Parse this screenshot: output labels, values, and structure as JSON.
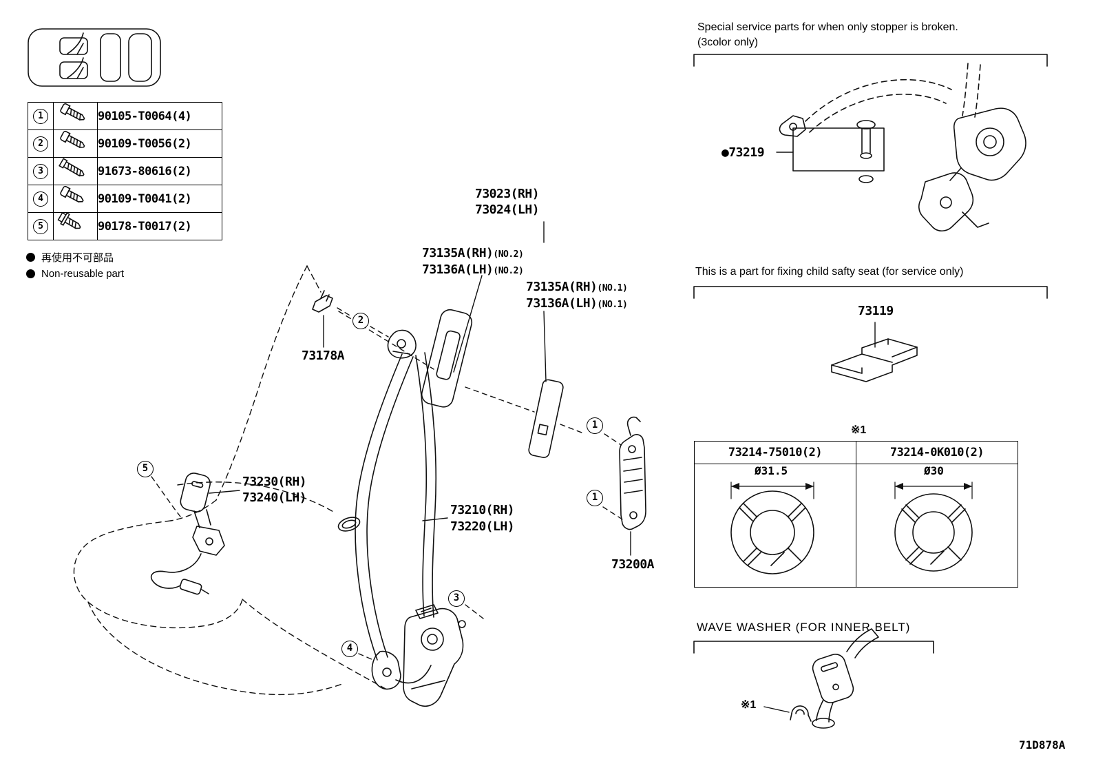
{
  "meta": {
    "doc_code": "71D878A"
  },
  "legend": {
    "non_reusable_jp": "再使用不可部品",
    "non_reusable_en": "Non-reusable part"
  },
  "fastener_table": {
    "rows": [
      {
        "num": "1",
        "part": "90105-T0064(4)"
      },
      {
        "num": "2",
        "part": "90109-T0056(2)"
      },
      {
        "num": "3",
        "part": "91673-80616(2)"
      },
      {
        "num": "4",
        "part": "90109-T0041(2)"
      },
      {
        "num": "5",
        "part": "90178-T0017(2)"
      }
    ]
  },
  "callouts": {
    "one": "1",
    "two": "2",
    "three": "3",
    "four": "4",
    "five": "5"
  },
  "labels": {
    "belt_assy_rh": "73023(RH)",
    "belt_assy_lh": "73024(LH)",
    "garnish_rh": "73135A(RH)",
    "garnish_lh": "73136A(LH)",
    "no1": "(NO.1)",
    "no2": "(NO.2)",
    "clip": "73178A",
    "buckle_rh": "73230(RH)",
    "buckle_lh": "73240(LH)",
    "belt_rh": "73210(RH)",
    "belt_lh": "73220(LH)",
    "adjuster": "73200A",
    "stopper_bullet": "●",
    "stopper": "73219",
    "child_seat_part": "73119",
    "ref1": "※1",
    "washer_a": "73214-75010(2)",
    "washer_b": "73214-0K010(2)",
    "dia_a": "Ø31.5",
    "dia_b": "Ø30"
  },
  "sections": {
    "stopper_header_1": "Special service parts for when only stopper is broken.",
    "stopper_header_2": "(3color only)",
    "child_seat_header": "This is a part for fixing child safty seat (for service only)",
    "wave_washer_header": "WAVE WASHER (FOR INNER BELT)"
  }
}
